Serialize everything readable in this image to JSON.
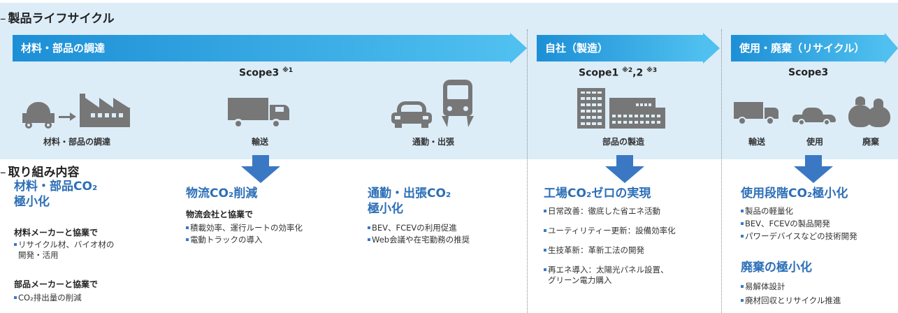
{
  "headings": {
    "lifecycle": "製品ライフサイクル",
    "initiatives": "取り組み内容"
  },
  "stages": {
    "procurement": "材料・部品の調達",
    "inhouse": "自社（製造）",
    "use_disposal": "使用・廃棄（リサイクル）"
  },
  "scopes": {
    "s3_left": "Scope3",
    "s3_left_note": "※1",
    "s12_prefix": "Scope1",
    "s12_note1": "※2",
    "s12_mid": ",2",
    "s12_note2": "※3",
    "s3_right": "Scope3"
  },
  "icon_labels": {
    "materials": "材料・部品の調達",
    "transport": "輸送",
    "commute": "通勤・出張",
    "parts_mfg": "部品の製造",
    "transport2": "輸送",
    "use": "使用",
    "disposal": "廃棄"
  },
  "columns": {
    "col1": {
      "title_line1": "材料・部品CO₂",
      "title_line2": "極小化",
      "sub1": "材料メーカーと協業で",
      "b1_line1": "リサイクル材、バイオ材の",
      "b1_line2": "開発・活用",
      "sub2": "部品メーカーと協業で",
      "b2": "CO₂排出量の削減"
    },
    "col2": {
      "title": "物流CO₂削減",
      "sub": "物流会社と協業で",
      "b1": "積載効率、運行ルートの効率化",
      "b2": "電動トラックの導入"
    },
    "col3": {
      "title_line1": "通勤・出張CO₂",
      "title_line2": "極小化",
      "b1": "BEV、FCEVの利用促進",
      "b2": "Web会議や在宅勤務の推奨"
    },
    "col4": {
      "title": "工場CO₂ゼロの実現",
      "b1": "日常改善：徹底した省エネ活動",
      "b2": "ユーティリティー更新：設備効率化",
      "b3": "生技革新：革新工法の開発",
      "b4_line1": "再エネ導入：太陽光パネル設置、",
      "b4_line2": "グリーン電力購入"
    },
    "col5": {
      "title": "使用段階CO₂極小化",
      "b1": "製品の軽量化",
      "b2": "BEV、FCEVの製品開発",
      "b3": "パワーデバイスなどの技術開発",
      "title2": "廃棄の極小化",
      "b4": "易解体設計",
      "b5": "廃材回収とリサイクル推進"
    }
  },
  "colors": {
    "arrow_dark": "#1d8fd6",
    "arrow_light": "#4fc0ef",
    "band": "#dcedf8",
    "accent_blue": "#2d6fb7",
    "icon_gray": "#777777"
  }
}
